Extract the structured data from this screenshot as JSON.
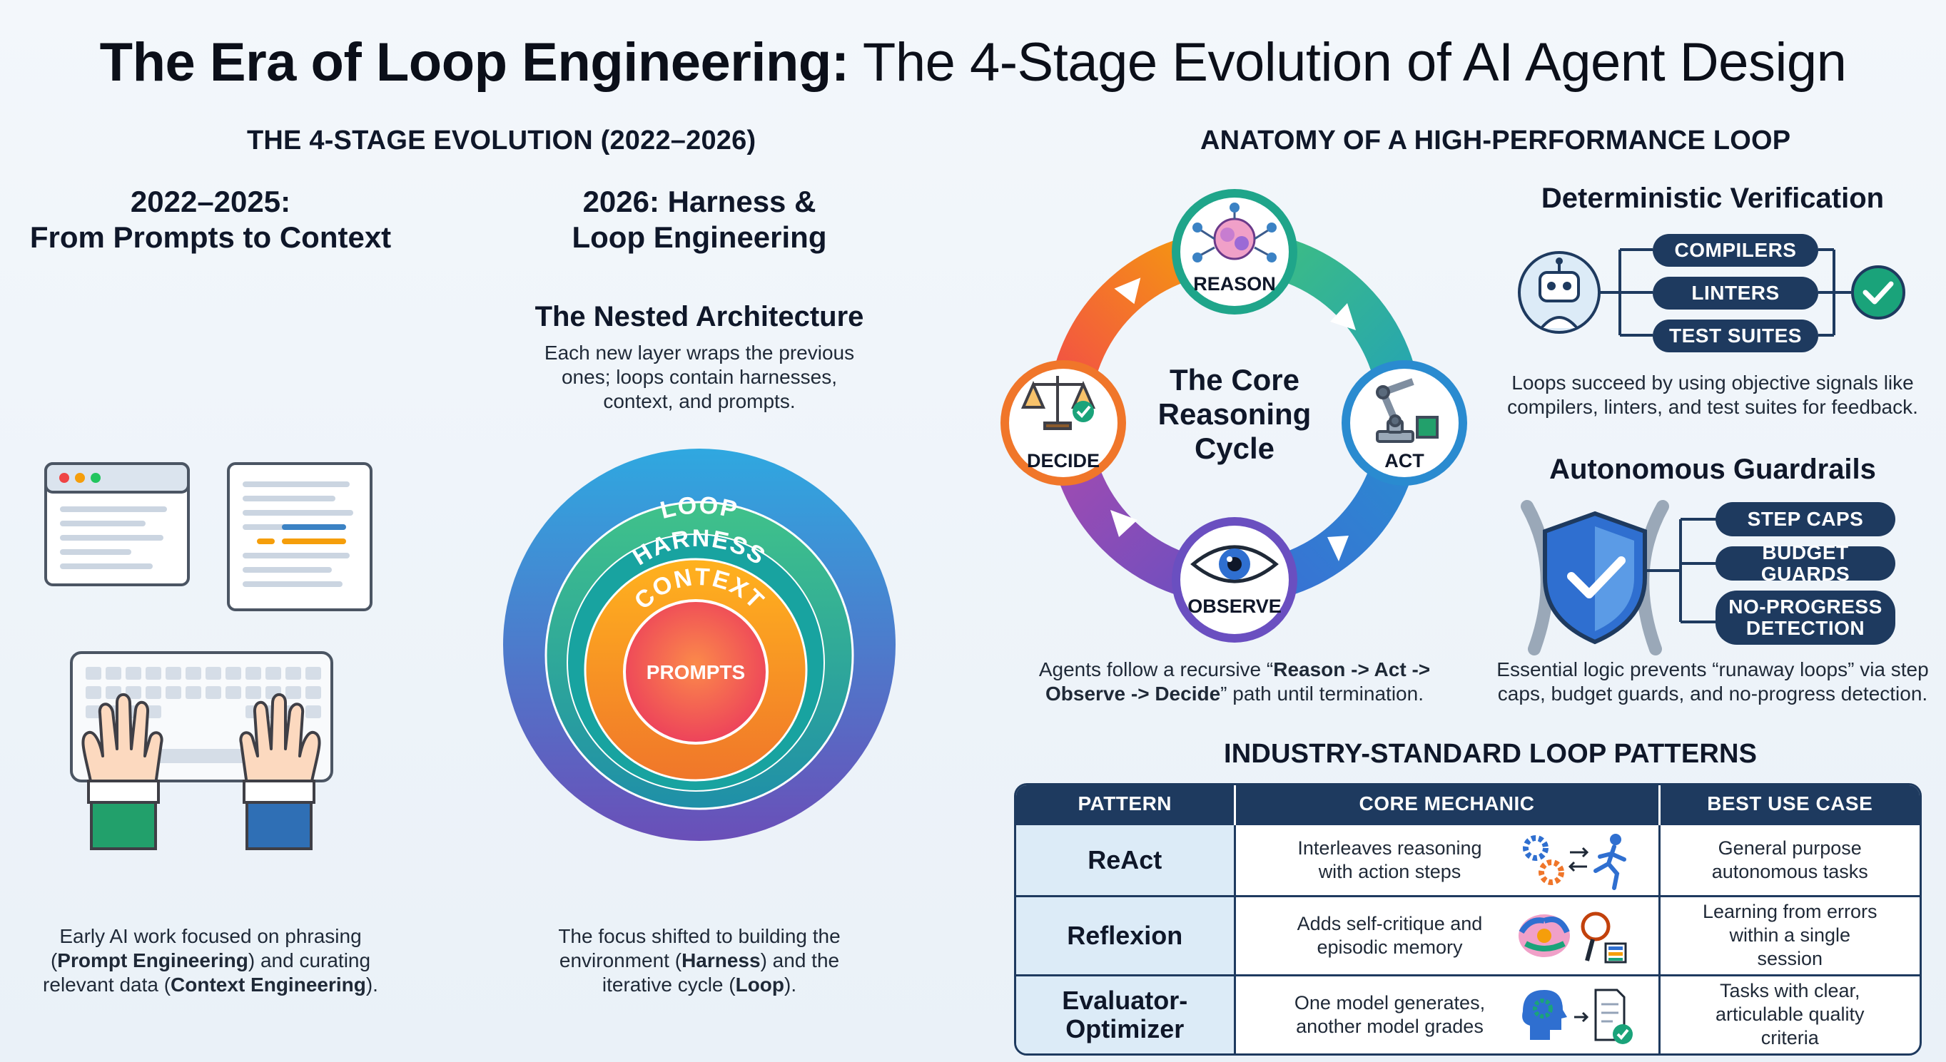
{
  "title": {
    "bold": "The Era of Loop Engineering:",
    "light": "The 4-Stage Evolution of AI Agent Design"
  },
  "left": {
    "section_title": "THE 4-STAGE EVOLUTION (2022–2026)",
    "stage1": {
      "heading_line1": "2022–2025:",
      "heading_line2": "From Prompts to Context",
      "desc_a": "Early AI work focused on phrasing (",
      "desc_b": "Prompt Engineering",
      "desc_c": ") and curating relevant data (",
      "desc_d": "Context Engineering",
      "desc_e": ")."
    },
    "stage2": {
      "heading_line1": "2026: Harness &",
      "heading_line2": "Loop Engineering",
      "nested_title": "The Nested Architecture",
      "nested_desc": "Each new layer wraps the previous ones; loops contain harnesses, context, and prompts.",
      "ring_labels": [
        "LOOP",
        "HARNESS",
        "CONTEXT",
        "PROMPTS"
      ],
      "desc_a": "The focus shifted to building the environment (",
      "desc_b": "Harness",
      "desc_c": ") and the iterative cycle (",
      "desc_d": "Loop",
      "desc_e": ")."
    }
  },
  "right": {
    "section_title": "ANATOMY OF A HIGH-PERFORMANCE LOOP",
    "cycle": {
      "center_line1": "The Core",
      "center_line2": "Reasoning",
      "center_line3": "Cycle",
      "nodes": [
        "REASON",
        "ACT",
        "OBSERVE",
        "DECIDE"
      ],
      "caption_a": "Agents follow a recursive “",
      "caption_b": "Reason -> Act -> Observe -> Decide",
      "caption_c": "” path until termination."
    },
    "verification": {
      "title": "Deterministic Verification",
      "items": [
        "COMPILERS",
        "LINTERS",
        "TEST SUITES"
      ],
      "caption": "Loops succeed by using objective signals like compilers, linters, and test suites for feedback."
    },
    "guardrails": {
      "title": "Autonomous Guardrails",
      "items": [
        "STEP CAPS",
        "BUDGET GUARDS",
        "NO-PROGRESS DETECTION"
      ],
      "caption": "Essential logic prevents “runaway loops” via step caps, budget guards, and no-progress detection."
    },
    "patterns": {
      "title": "INDUSTRY-STANDARD LOOP PATTERNS",
      "headers": [
        "PATTERN",
        "CORE MECHANIC",
        "BEST USE CASE"
      ],
      "rows": [
        {
          "name": "ReAct",
          "mechanic": "Interleaves reasoning with action steps",
          "use_case": "General purpose autonomous tasks"
        },
        {
          "name": "Reflexion",
          "mechanic": "Adds self-critique and episodic memory",
          "use_case": "Learning from errors within a single session"
        },
        {
          "name": "Evaluator-Optimizer",
          "mechanic": "One model generates, another model grades",
          "use_case": "Tasks with clear, articulable quality criteria"
        }
      ]
    }
  },
  "colors": {
    "navy": "#1e3a5f",
    "green_check": "#1aa37a",
    "loop_ring": "#3b82c4",
    "harness_ring": "#22a39a",
    "context_ring": "#f59e0b",
    "prompts_core": "#f0445c"
  }
}
